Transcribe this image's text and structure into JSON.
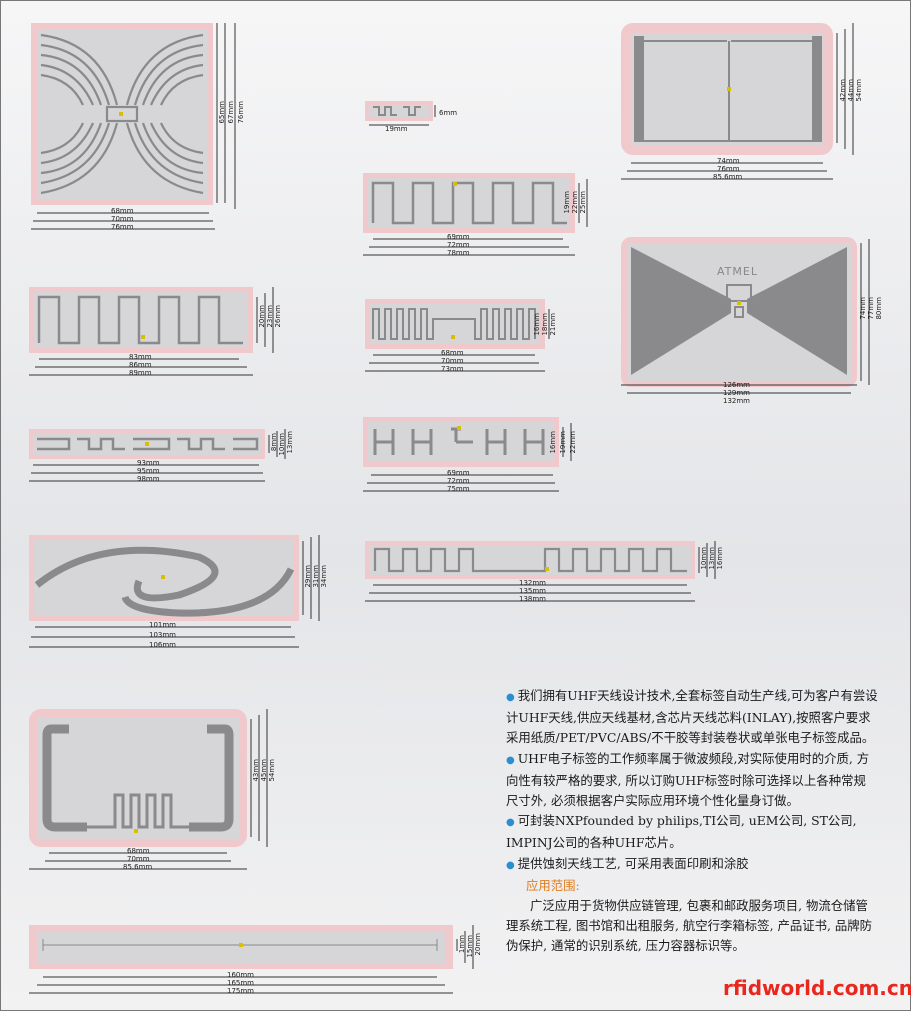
{
  "tags": [
    {
      "id": "t1",
      "dims_h": [
        "68mm",
        "70mm",
        "76mm"
      ],
      "dims_v": [
        "65mm",
        "67mm",
        "76mm"
      ]
    },
    {
      "id": "t2",
      "dims_h": [
        "19mm"
      ],
      "dims_v": [
        "6mm"
      ]
    },
    {
      "id": "t3",
      "dims_h": [
        "74mm",
        "76mm",
        "85.6mm"
      ],
      "dims_v": [
        "42mm",
        "44mm",
        "54mm"
      ]
    },
    {
      "id": "t4",
      "dims_h": [
        "69mm",
        "72mm",
        "78mm"
      ],
      "dims_v": [
        "19mm",
        "22mm",
        "25mm"
      ]
    },
    {
      "id": "t5",
      "dims_h": [
        "126mm",
        "129mm",
        "132mm"
      ],
      "dims_v": [
        "74mm",
        "77mm",
        "80mm"
      ],
      "chip_text": "ATMEL"
    },
    {
      "id": "t6",
      "dims_h": [
        "83mm",
        "86mm",
        "89mm"
      ],
      "dims_v": [
        "20mm",
        "23mm",
        "26mm"
      ]
    },
    {
      "id": "t7",
      "dims_h": [
        "68mm",
        "70mm",
        "73mm"
      ],
      "dims_v": [
        "16mm",
        "18mm",
        "21mm"
      ]
    },
    {
      "id": "t8",
      "dims_h": [
        "93mm",
        "95mm",
        "98mm"
      ],
      "dims_v": [
        "8mm",
        "10mm",
        "13mm"
      ]
    },
    {
      "id": "t9",
      "dims_h": [
        "69mm",
        "72mm",
        "75mm"
      ],
      "dims_v": [
        "16mm",
        "19mm",
        "22mm"
      ]
    },
    {
      "id": "t10",
      "dims_h": [
        "101mm",
        "103mm",
        "106mm"
      ],
      "dims_v": [
        "29mm",
        "31mm",
        "34mm"
      ]
    },
    {
      "id": "t11",
      "dims_h": [
        "132mm",
        "135mm",
        "138mm"
      ],
      "dims_v": [
        "10mm",
        "13mm",
        "16mm"
      ]
    },
    {
      "id": "t12",
      "dims_h": [
        "68mm",
        "70mm",
        "85.6mm"
      ],
      "dims_v": [
        "43mm",
        "45mm",
        "54mm"
      ]
    },
    {
      "id": "t13",
      "dims_h": [
        "160mm",
        "165mm",
        "175mm"
      ],
      "dims_v": [
        "1mm",
        "15mm",
        "20mm"
      ]
    }
  ],
  "description": {
    "p1": "我们拥有UHF天线设计技术,全套标签自动生产线,可为客户有尝设计UHF天线,供应天线基材,含芯片天线芯料(INLAY),按照客户要求采用纸质/PET/PVC/ABS/不干胶等封装卷状或单张电子标签成品。",
    "p2": "UHF电子标签的工作频率属于微波频段,对实际使用时的介质, 方向性有较严格的要求, 所以订购UHF标签时除可选择以上各种常规尺寸外, 必须根据客户实际应用环境个性化量身订做。",
    "p3": "可封装NXPfounded by philips,TI公司, uEM公司, ST公司, IMPINJ公司的各种UHF芯片。",
    "p4": "提供蚀刻天线工艺, 可采用表面印刷和涂胶",
    "scope_title": "应用范围:",
    "scope_text": "广泛应用于货物供应链管理, 包裹和邮政服务项目, 物流仓储管理系统工程, 图书馆和出租服务, 航空行李箱标签, 产品证书, 品牌防伪保护, 通常的识别系统, 压力容器标识等。"
  },
  "watermark": "rfidworld.com.cn",
  "colors": {
    "pink": "#f0c9cd",
    "inlay": "#d6d6d8",
    "trace": "#8a8a8c",
    "accent": "#2a8fd0",
    "orange": "#e07b1a",
    "red": "#e8281e"
  }
}
